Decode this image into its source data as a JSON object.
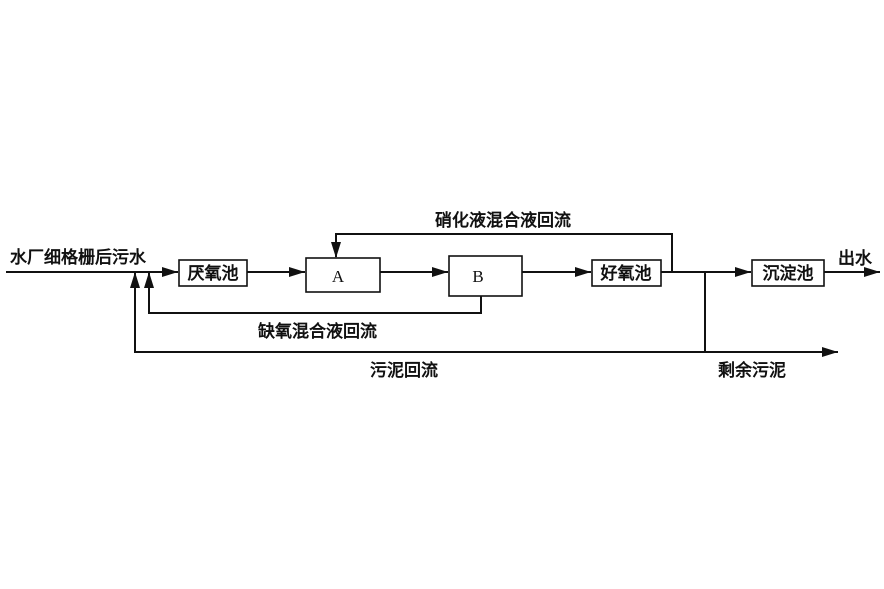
{
  "inlet_label": "水厂细格栅后污水",
  "outlet_label": "出水",
  "units": {
    "anaerobic": "厌氧池",
    "a": "A",
    "b": "B",
    "aerobic": "好氧池",
    "settling": "沉淀池"
  },
  "recycle": {
    "nitrification": "硝化液混合液回流",
    "anoxic": "缺氧混合液回流",
    "sludge": "污泥回流"
  },
  "excess_sludge": "剩余污泥"
}
